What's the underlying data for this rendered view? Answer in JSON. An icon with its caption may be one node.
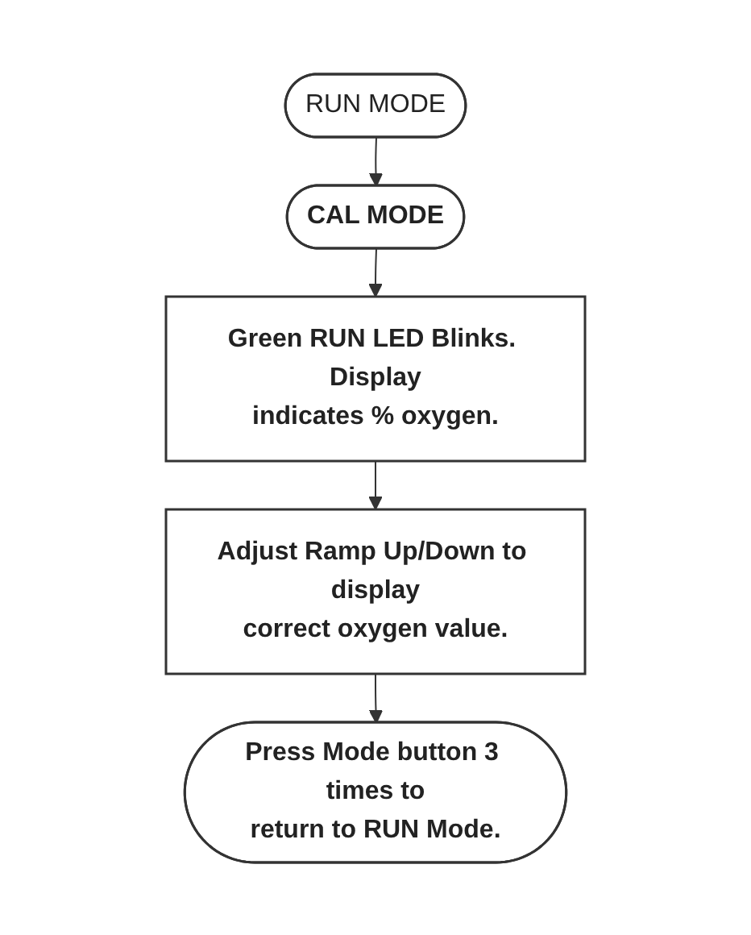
{
  "diagram": {
    "nodes": [
      {
        "text": [
          "RUN MODE"
        ]
      },
      {
        "text": [
          "CAL MODE"
        ]
      },
      {
        "text": [
          "Green RUN LED Blinks. Display indicates % oxygen."
        ]
      },
      {
        "text": [
          "Adjust Ramp Up/Down to display correct oxygen value."
        ]
      },
      {
        "text": [
          "Press Mode button 3 times to return to RUN Mode."
        ]
      }
    ],
    "edges": [
      {
        "from": 0,
        "to": 1,
        "arrow": "to"
      },
      {
        "from": 1,
        "to": 2,
        "arrow": "to"
      },
      {
        "from": 2,
        "to": 3,
        "arrow": "to"
      },
      {
        "from": 3,
        "to": 4,
        "arrow": "to"
      }
    ]
  }
}
